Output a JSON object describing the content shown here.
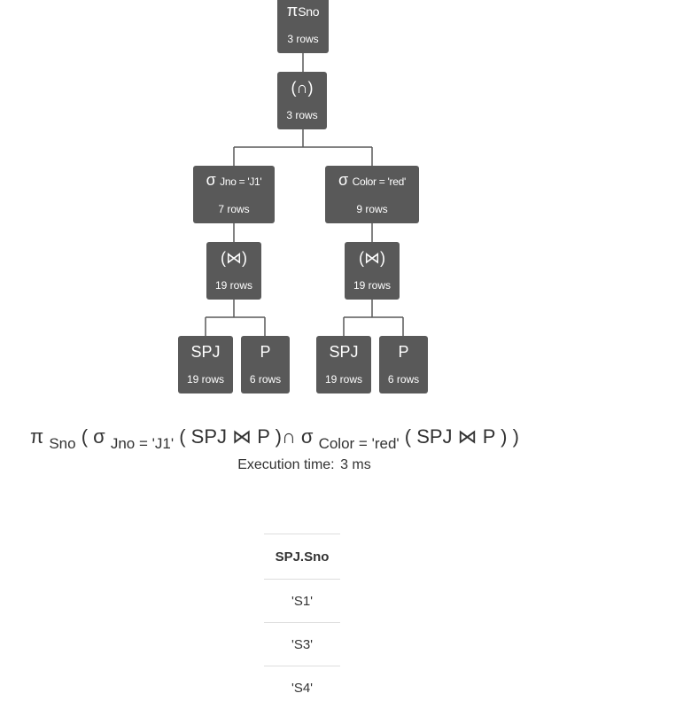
{
  "tree": {
    "nodes": [
      {
        "id": "projection",
        "symbol": "π",
        "subscript": "Sno",
        "rows": "3 rows"
      },
      {
        "id": "intersection",
        "symbol": "(∩)",
        "subscript": "",
        "rows": "3 rows"
      },
      {
        "id": "selection-jno",
        "symbol": "σ",
        "subscript": "Jno = 'J1'",
        "rows": "7 rows"
      },
      {
        "id": "selection-color",
        "symbol": "σ",
        "subscript": "Color = 'red'",
        "rows": "9 rows"
      },
      {
        "id": "join-left",
        "symbol": "(⋈)",
        "subscript": "",
        "rows": "19 rows"
      },
      {
        "id": "join-right",
        "symbol": "(⋈)",
        "subscript": "",
        "rows": "19 rows"
      },
      {
        "id": "relation-spj-left",
        "symbol": "SPJ",
        "subscript": "",
        "rows": "19 rows"
      },
      {
        "id": "relation-p-left",
        "symbol": "P",
        "subscript": "",
        "rows": "6 rows"
      },
      {
        "id": "relation-spj-right",
        "symbol": "SPJ",
        "subscript": "",
        "rows": "19 rows"
      },
      {
        "id": "relation-p-right",
        "symbol": "P",
        "subscript": "",
        "rows": "6 rows"
      }
    ]
  },
  "expression": {
    "pi": "π",
    "sno": "Sno",
    "open1": "(",
    "sigma1": "σ",
    "cond1": "Jno = 'J1'",
    "left_join": "( SPJ ⋈ P )",
    "intersect": "∩",
    "sigma2": "σ",
    "cond2": "Color = 'red'",
    "right_join": "( SPJ ⋈ P )",
    "close1": ")"
  },
  "execution": {
    "label": "Execution time:",
    "value": "3 ms"
  },
  "result": {
    "columns": [
      "SPJ.Sno"
    ],
    "rows": [
      [
        "'S1'"
      ],
      [
        "'S3'"
      ],
      [
        "'S4'"
      ]
    ]
  }
}
